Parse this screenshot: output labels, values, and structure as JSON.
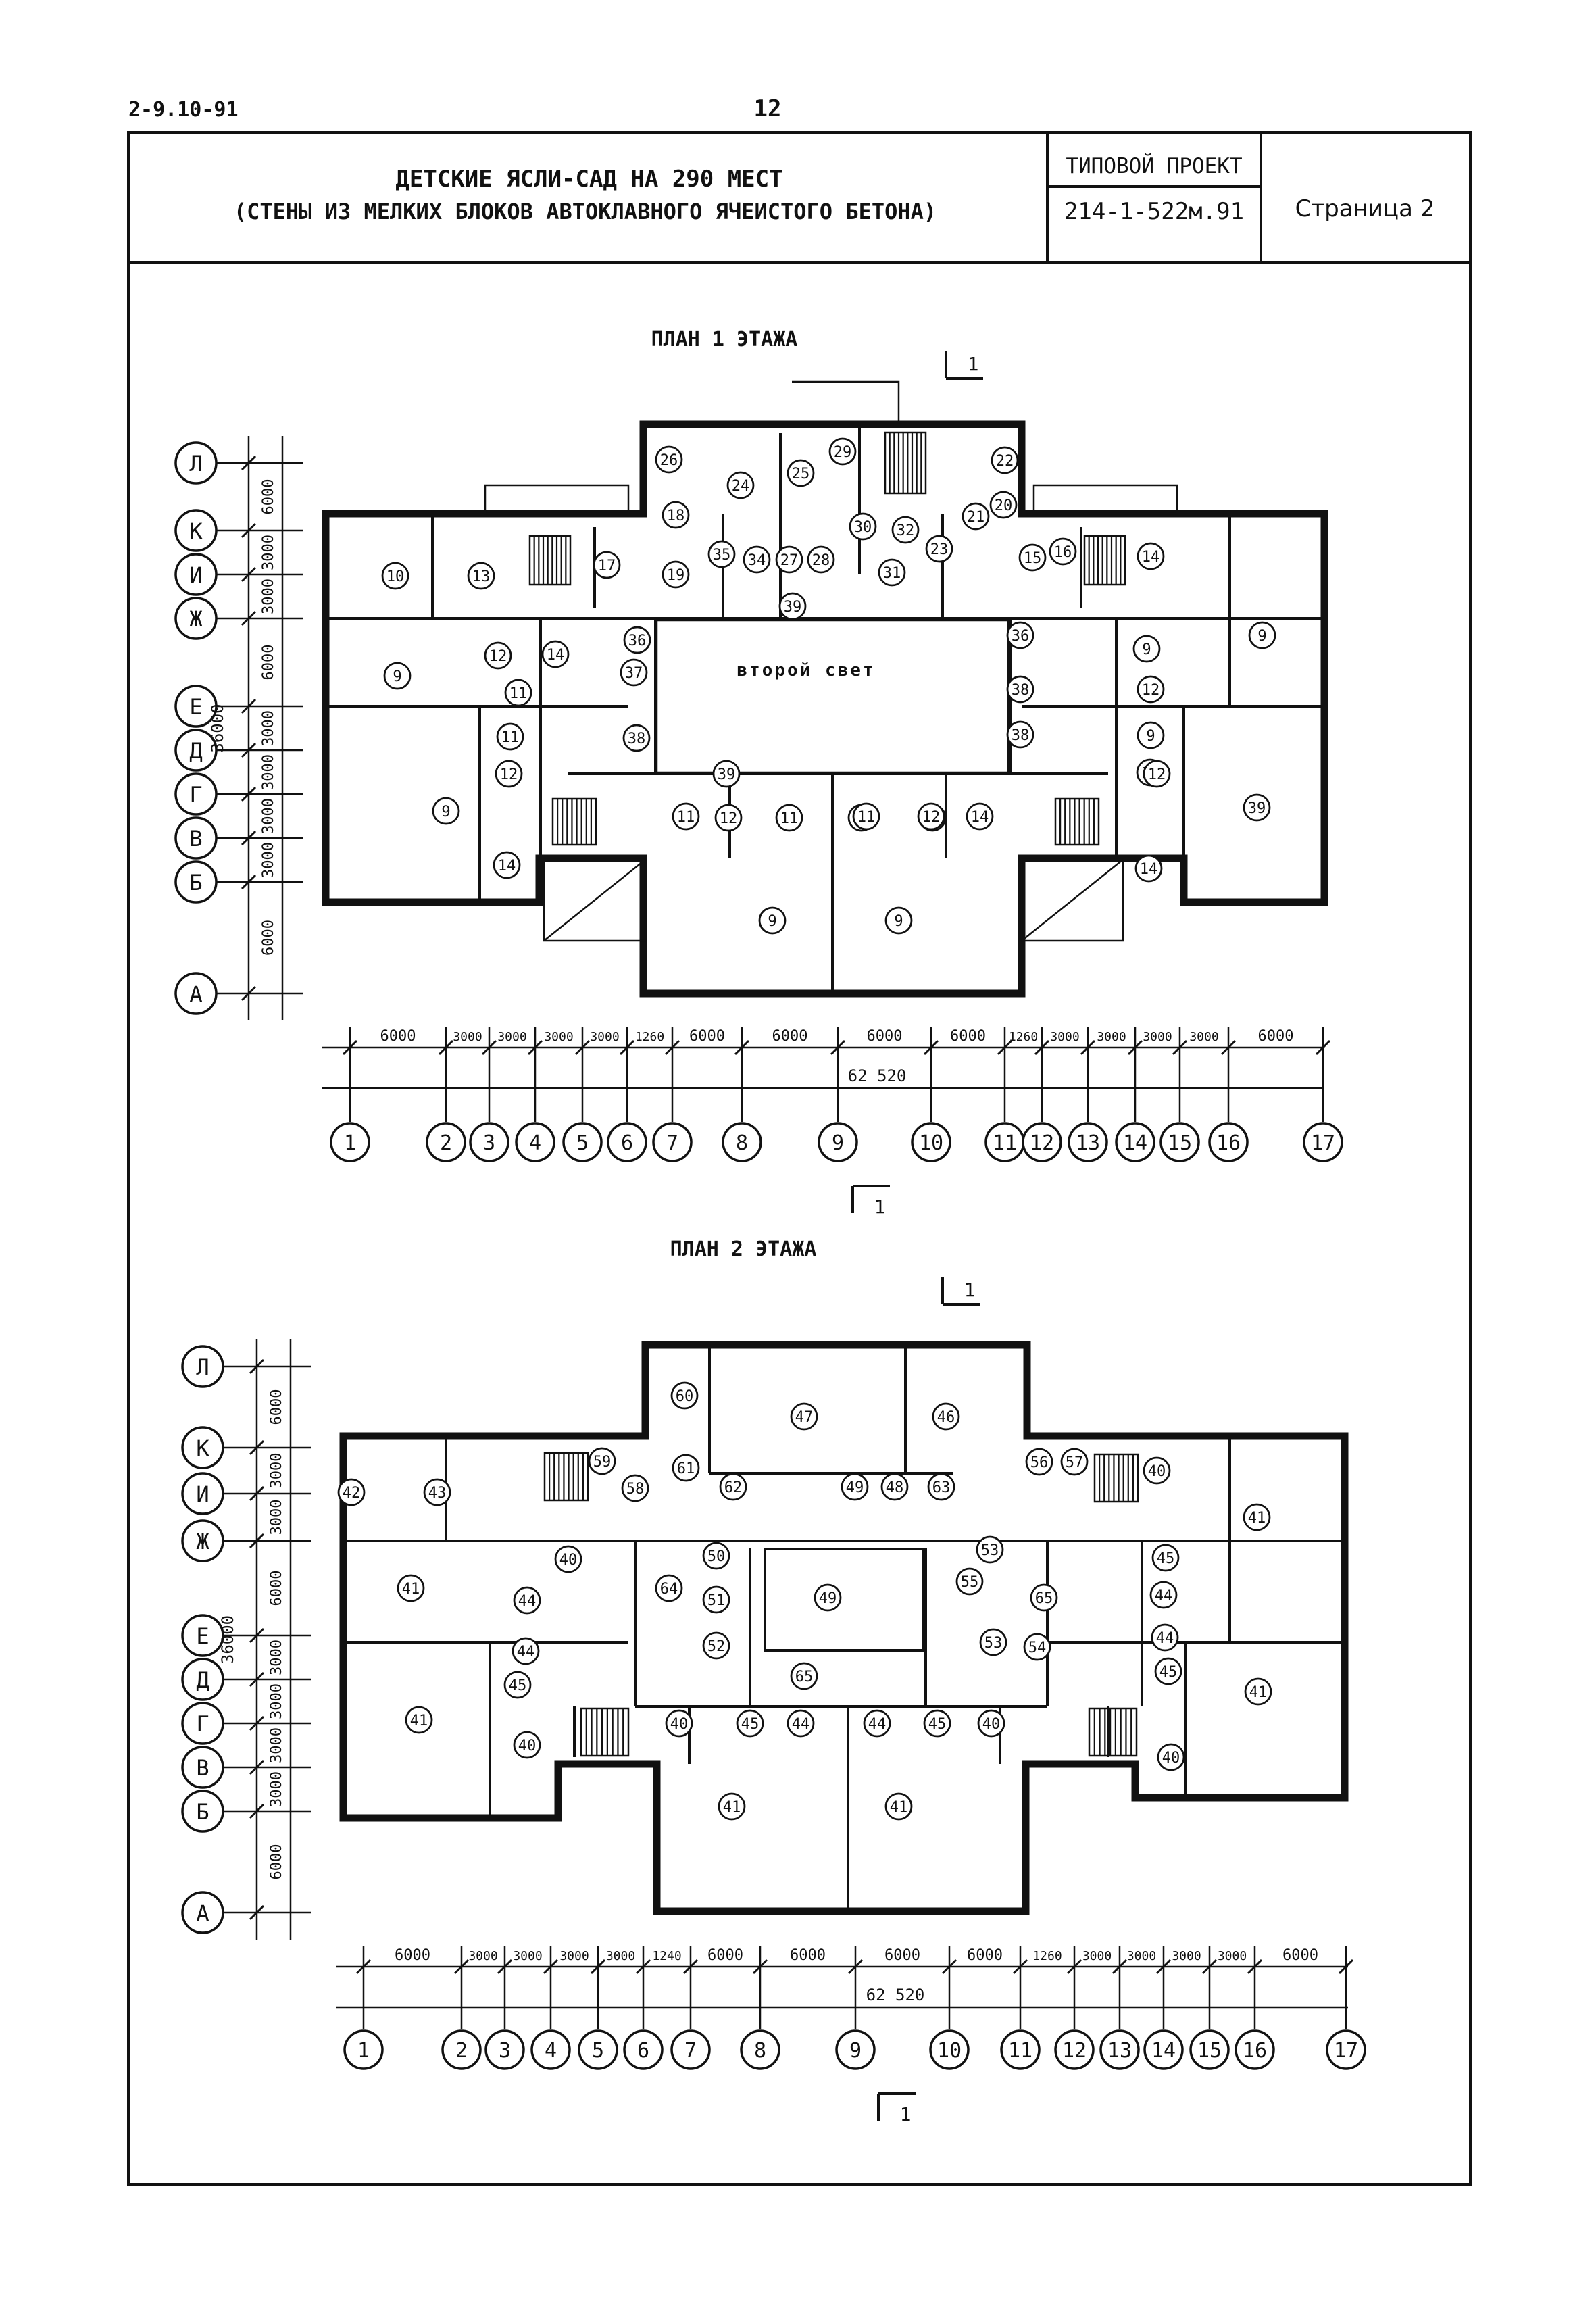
{
  "header": {
    "doc_code": "2-9.10-91",
    "page_number": "12",
    "title_line1": "ДЕТСКИЕ ЯСЛИ-САД НА 290 МЕСТ",
    "title_line2": "(СТЕНЫ ИЗ МЕЛКИХ БЛОКОВ АВТОКЛАВНОГО ЯЧЕИСТОГО БЕТОНА)",
    "project_label": "ТИПОВОЙ ПРОЕКТ",
    "project_number": "214-1-522м.91",
    "page_label": "Страница 2"
  },
  "plans": [
    {
      "title": "ПЛАН 1 ЭТАЖА",
      "hall_label": "второй свет",
      "rooms": [
        {
          "n": "10"
        },
        {
          "n": "13"
        },
        {
          "n": "17"
        },
        {
          "n": "18"
        },
        {
          "n": "19"
        },
        {
          "n": "26"
        },
        {
          "n": "24"
        },
        {
          "n": "25"
        },
        {
          "n": "29"
        },
        {
          "n": "22"
        },
        {
          "n": "20"
        },
        {
          "n": "21"
        },
        {
          "n": "30"
        },
        {
          "n": "32"
        },
        {
          "n": "23"
        },
        {
          "n": "31"
        },
        {
          "n": "35"
        },
        {
          "n": "34"
        },
        {
          "n": "27"
        },
        {
          "n": "28"
        },
        {
          "n": "39"
        },
        {
          "n": "15"
        },
        {
          "n": "16"
        },
        {
          "n": "14"
        },
        {
          "n": "9"
        },
        {
          "n": "12"
        },
        {
          "n": "14"
        },
        {
          "n": "11"
        },
        {
          "n": "36"
        },
        {
          "n": "37"
        },
        {
          "n": "38"
        },
        {
          "n": "11"
        },
        {
          "n": "9"
        },
        {
          "n": "12"
        },
        {
          "n": "9"
        },
        {
          "n": "14"
        },
        {
          "n": "36"
        },
        {
          "n": "38"
        },
        {
          "n": "38"
        },
        {
          "n": "39"
        },
        {
          "n": "12"
        },
        {
          "n": "11"
        },
        {
          "n": "11"
        },
        {
          "n": "11"
        },
        {
          "n": "9"
        },
        {
          "n": "12"
        },
        {
          "n": "9"
        },
        {
          "n": "14"
        },
        {
          "n": "39"
        },
        {
          "n": "14"
        },
        {
          "n": "12"
        },
        {
          "n": "11"
        },
        {
          "n": "11"
        },
        {
          "n": "12"
        },
        {
          "n": "14"
        },
        {
          "n": "9"
        },
        {
          "n": "9"
        }
      ],
      "row_axes": [
        "Л",
        "К",
        "И",
        "Ж",
        "Е",
        "Д",
        "Г",
        "В",
        "Б",
        "А"
      ],
      "row_dims": [
        "6000",
        "3000",
        "3000",
        "6000",
        "3000",
        "3000",
        "3000",
        "3000",
        "6000"
      ],
      "row_total": "36000",
      "col_axes": [
        "1",
        "2",
        "3",
        "4",
        "5",
        "6",
        "7",
        "8",
        "9",
        "10",
        "11",
        "12",
        "13",
        "14",
        "15",
        "16",
        "17"
      ],
      "col_dims": [
        "6000",
        "3000",
        "3000",
        "3000",
        "3000",
        "1260",
        "6000",
        "6000",
        "6000",
        "6000",
        "1260",
        "3000",
        "3000",
        "3000",
        "3000",
        "6000"
      ],
      "col_total": "62 520",
      "section_mark": "1"
    },
    {
      "title": "ПЛАН 2 ЭТАЖА",
      "hall_label": "",
      "rooms": [
        {
          "n": "60"
        },
        {
          "n": "47"
        },
        {
          "n": "46"
        },
        {
          "n": "61"
        },
        {
          "n": "58"
        },
        {
          "n": "59"
        },
        {
          "n": "62"
        },
        {
          "n": "49"
        },
        {
          "n": "48"
        },
        {
          "n": "63"
        },
        {
          "n": "42"
        },
        {
          "n": "43"
        },
        {
          "n": "56"
        },
        {
          "n": "57"
        },
        {
          "n": "40"
        },
        {
          "n": "41"
        },
        {
          "n": "41"
        },
        {
          "n": "40"
        },
        {
          "n": "44"
        },
        {
          "n": "44"
        },
        {
          "n": "64"
        },
        {
          "n": "50"
        },
        {
          "n": "51"
        },
        {
          "n": "52"
        },
        {
          "n": "49"
        },
        {
          "n": "53"
        },
        {
          "n": "55"
        },
        {
          "n": "53"
        },
        {
          "n": "54"
        },
        {
          "n": "65"
        },
        {
          "n": "45"
        },
        {
          "n": "44"
        },
        {
          "n": "44"
        },
        {
          "n": "45"
        },
        {
          "n": "41"
        },
        {
          "n": "45"
        },
        {
          "n": "41"
        },
        {
          "n": "40"
        },
        {
          "n": "40"
        },
        {
          "n": "45"
        },
        {
          "n": "44"
        },
        {
          "n": "65"
        },
        {
          "n": "44"
        },
        {
          "n": "45"
        },
        {
          "n": "40"
        },
        {
          "n": "40"
        },
        {
          "n": "41"
        },
        {
          "n": "41"
        }
      ],
      "row_axes": [
        "Л",
        "К",
        "И",
        "Ж",
        "Е",
        "Д",
        "Г",
        "В",
        "Б",
        "А"
      ],
      "row_dims": [
        "6000",
        "3000",
        "3000",
        "6000",
        "3000",
        "3000",
        "3000",
        "3000",
        "6000"
      ],
      "row_total": "36000",
      "col_axes": [
        "1",
        "2",
        "3",
        "4",
        "5",
        "6",
        "7",
        "8",
        "9",
        "10",
        "11",
        "12",
        "13",
        "14",
        "15",
        "16",
        "17"
      ],
      "col_dims": [
        "6000",
        "3000",
        "3000",
        "3000",
        "3000",
        "1240",
        "6000",
        "6000",
        "6000",
        "6000",
        "1260",
        "3000",
        "3000",
        "3000",
        "3000",
        "6000"
      ],
      "col_total": "62 520",
      "section_mark": "1"
    }
  ]
}
